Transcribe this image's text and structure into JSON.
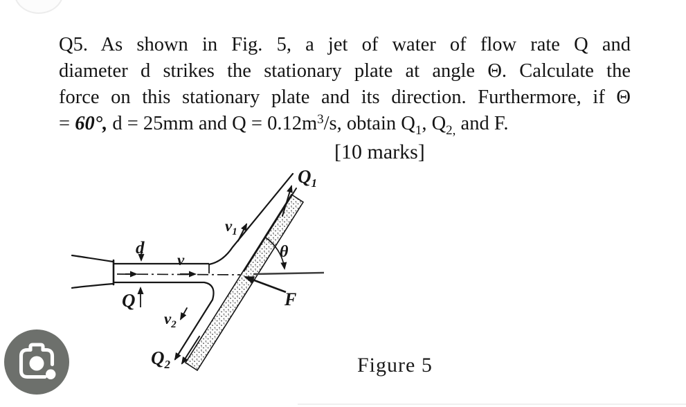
{
  "question": {
    "line1": "Q5. As shown in Fig. 5, a jet of water of flow rate Q and",
    "line2": "diameter d strikes the stationary plate at angle Θ. Calculate the",
    "line3": "force on this stationary plate and its direction. Furthermore, if Θ",
    "line4": {
      "eq": "= ",
      "angle_bold": "60°,",
      "mid": " d = 25mm and Q = 0.12m",
      "sup": "3",
      "after_sup": "/s, obtain Q",
      "sub1": "1",
      "mid2": ", Q",
      "sub2": "2,",
      "end": " and F."
    },
    "marks": "[10 marks]"
  },
  "figure": {
    "caption": "Figure 5",
    "labels": {
      "d": "d",
      "v": "v",
      "Q": "Q",
      "v1": {
        "main": "v",
        "sub": "1"
      },
      "Q1": {
        "main": "Q",
        "sub": "1"
      },
      "v2": {
        "main": "v",
        "sub": "2"
      },
      "Q2": {
        "main": "Q",
        "sub": "2"
      },
      "theta": "θ",
      "F": "F"
    }
  },
  "colors": {
    "ink": "#161616",
    "reference_line": "#3f3f3f",
    "lens_button": "#6d706c",
    "page_background": "#ffffff"
  }
}
